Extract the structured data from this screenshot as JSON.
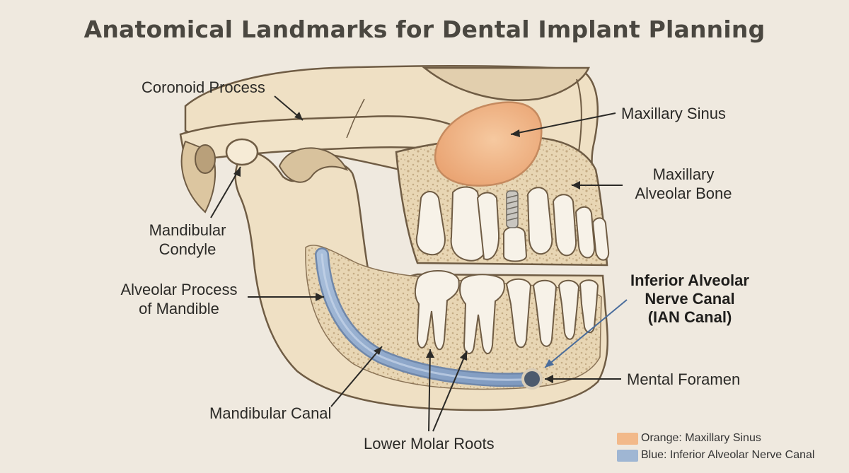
{
  "title": "Anatomical Landmarks for Dental Implant Planning",
  "labels": {
    "coronoid_process": "Coronoid Process",
    "maxillary_sinus": "Maxillary Sinus",
    "maxillary_alveolar_bone": [
      "Maxillary",
      "Alveolar Bone"
    ],
    "mandibular_condyle": [
      "Mandibular",
      "Condyle"
    ],
    "alveolar_process_mandible": [
      "Alveolar Process",
      "of Mandible"
    ],
    "ian_canal": [
      "Inferior Alveolar",
      "Nerve Canal",
      "(IAN Canal)"
    ],
    "mental_foramen": "Mental Foramen",
    "mandibular_canal": "Mandibular Canal",
    "lower_molar_roots": "Lower Molar Roots"
  },
  "legend": [
    {
      "text": "Orange: Maxillary Sinus",
      "color": "#f2b98a"
    },
    {
      "text": "Blue: Inferior Alveolar Nerve Canal",
      "color": "#9fb6d3"
    }
  ],
  "colors": {
    "background": "#efe9df",
    "bone": "#efe0c4",
    "bone_outline": "#6f5c44",
    "sinus": "#f0b587",
    "nerve_canal": "#8ea8c9",
    "tooth": "#f7f2e8"
  }
}
